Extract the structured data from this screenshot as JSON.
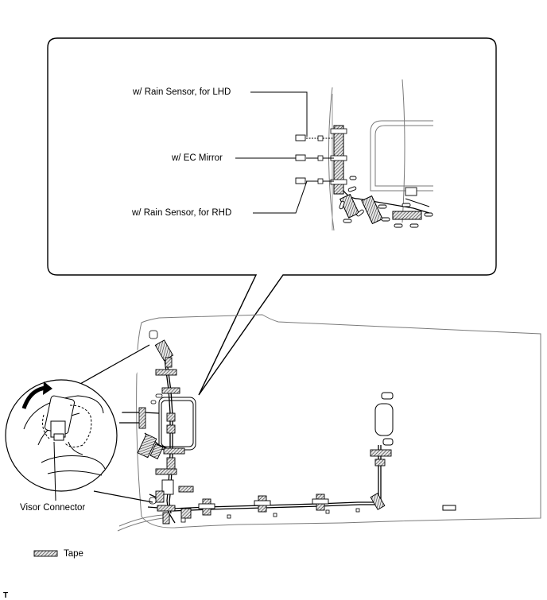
{
  "callouts": {
    "rain_sensor_lhd": "w/ Rain Sensor, for LHD",
    "ec_mirror": "w/ EC Mirror",
    "rain_sensor_rhd": "w/ Rain Sensor, for RHD",
    "visor_connector": "Visor Connector"
  },
  "legend": {
    "tape_label": "Tape"
  },
  "figure_code": "T",
  "colors": {
    "line": "#000000",
    "outline": "#7a7a7a",
    "tape_fill": "#bdbdbd"
  }
}
